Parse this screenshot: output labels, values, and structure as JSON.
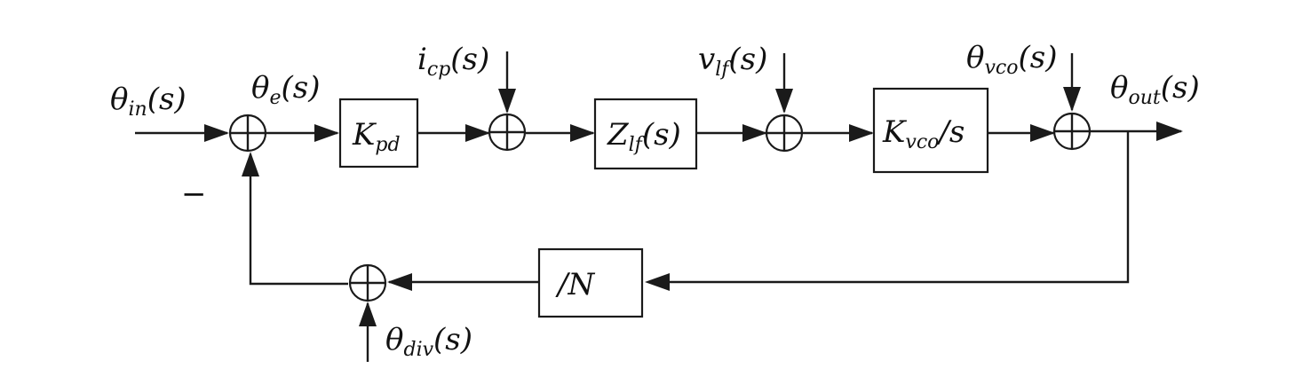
{
  "blocks": {
    "kpd": {
      "main": "K",
      "sub": "pd",
      "tail": ""
    },
    "zlf": {
      "main": "Z",
      "sub": "lf",
      "tail": "(s)"
    },
    "kvco": {
      "main": "K",
      "sub": "vco",
      "tail": "/s"
    },
    "div": {
      "main": "/N"
    }
  },
  "signals": {
    "theta_in": {
      "main": "θ",
      "sub": "in",
      "tail": "(s)"
    },
    "theta_e": {
      "main": "θ",
      "sub": "e",
      "tail": "(s)"
    },
    "i_cp": {
      "main": "i",
      "sub": "cp",
      "tail": "(s)"
    },
    "v_lf": {
      "main": "v",
      "sub": "lf",
      "tail": "(s)"
    },
    "theta_vco": {
      "main": "θ",
      "sub": "vco",
      "tail": "(s)"
    },
    "theta_out": {
      "main": "θ",
      "sub": "out",
      "tail": "(s)"
    },
    "theta_div": {
      "main": "θ",
      "sub": "div",
      "tail": "(s)"
    }
  },
  "feedback_sign": "−"
}
